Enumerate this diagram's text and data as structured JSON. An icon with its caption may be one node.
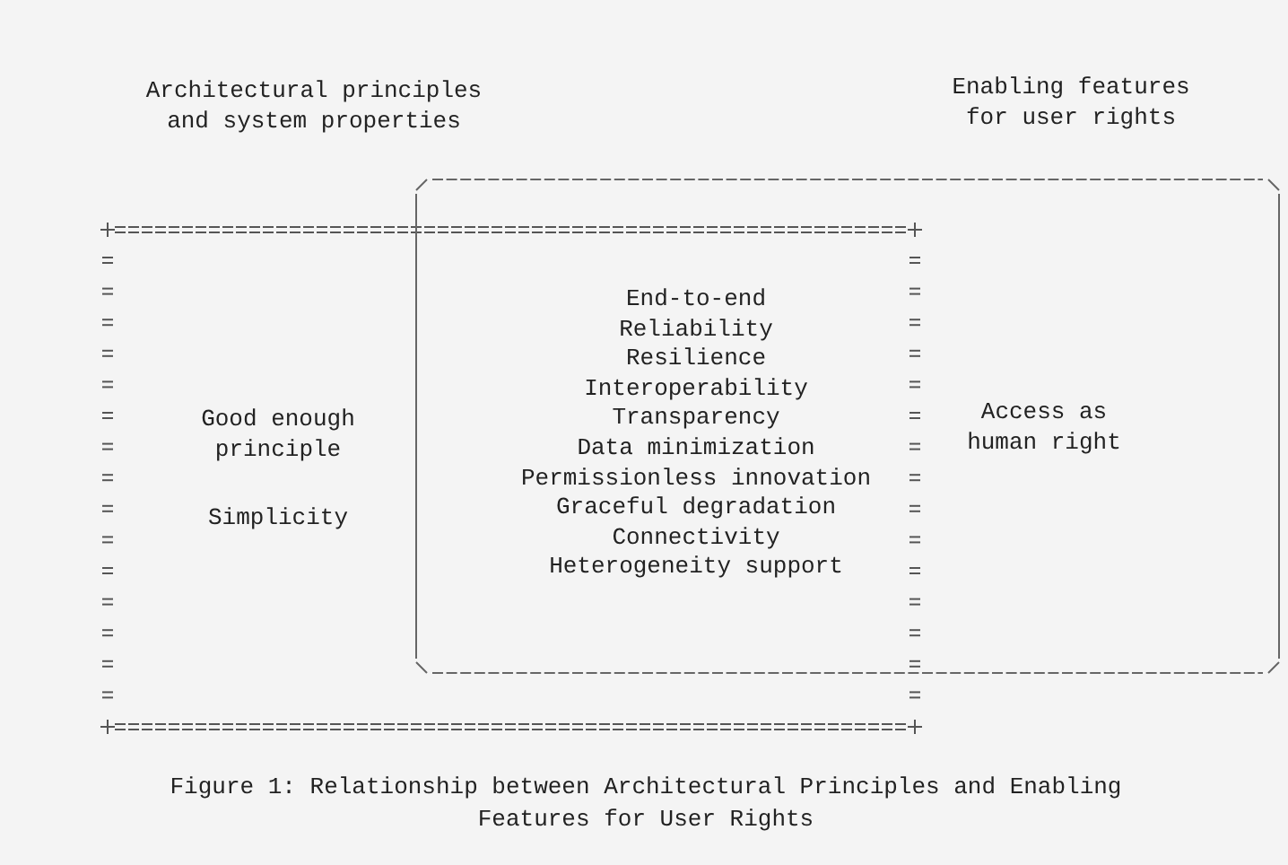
{
  "diagram": {
    "caption": "Figure 1: Relationship between Architectural Principles and Enabling Features for User Rights",
    "nodes": [
      {
        "text": [
          "Architectural principles and system properties",
          "Good enough principle",
          "Simplicity"
        ]
      },
      {
        "text": [
          "Enabling features for user rights",
          "Access as human right"
        ]
      }
    ],
    "edges": [],
    "labels": [
      "End-to-end",
      "Reliability",
      "Resilience",
      "Interoperability",
      "Transparency",
      "Data minimization",
      "Permissionless innovation",
      "Graceful degradation",
      "Connectivity",
      "Heterogeneity support"
    ]
  }
}
